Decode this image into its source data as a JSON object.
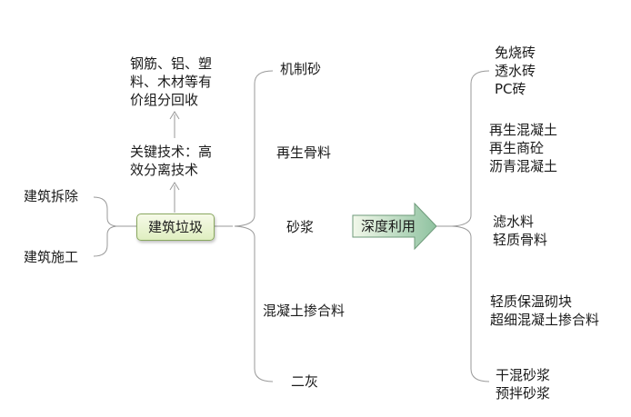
{
  "diagram": {
    "sources": [
      "建筑拆除",
      "建筑施工"
    ],
    "center": "建筑垃圾",
    "key_tech": [
      "关键技术：高",
      "效分离技术"
    ],
    "recovery": [
      "钢筋、铝、塑",
      "料、木材等有",
      "价组分回收"
    ],
    "products": [
      "机制砂",
      "再生骨料",
      "砂浆",
      "混凝土掺合料",
      "二灰"
    ],
    "action": "深度利用",
    "uses": [
      [
        "免烧砖",
        "透水砖",
        "PC砖"
      ],
      [
        "再生混凝土",
        "再生商砼",
        "沥青混凝土"
      ],
      [
        "滤水料",
        "轻质骨料"
      ],
      [
        "轻质保温砌块",
        "超细混凝土掺合料"
      ],
      [
        "干混砂浆",
        "预拌砂浆"
      ]
    ]
  }
}
